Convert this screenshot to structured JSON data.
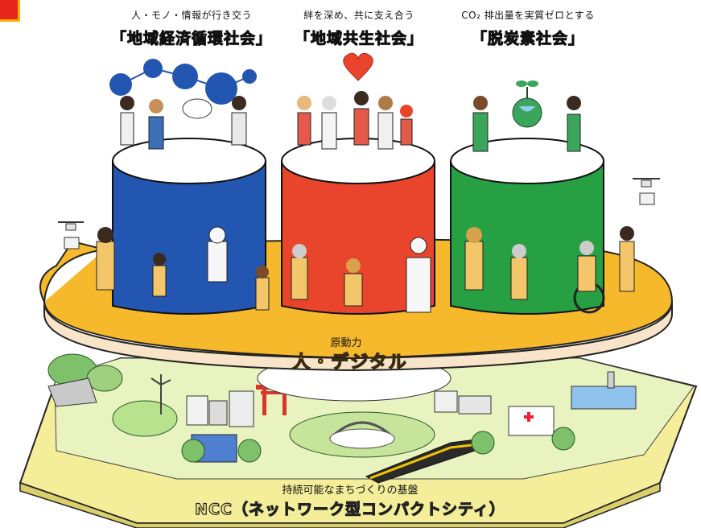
{
  "columns": [
    {
      "subtitle": "人・モノ・情報が行き交う",
      "title": "「地域経済循環社会」",
      "color": "#2356b0"
    },
    {
      "subtitle": "絆を深め、共に支え合う",
      "title": "「地域共生社会」",
      "color": "#e8452c"
    },
    {
      "subtitle": "CO₂ 排出量を実質ゼロとする",
      "title": "「脱炭素社会」",
      "color": "#27a043"
    }
  ],
  "platform": {
    "caption": "原動力",
    "title": "人・デジタル",
    "color": "#f6b92c"
  },
  "foundation": {
    "caption": "持続可能なまちづくりの基盤",
    "title": "NCC（ネットワーク型コンパクトシティ）",
    "color": "#fbf6b3"
  },
  "icons": [
    "heart-icon",
    "globe-sprout-icon",
    "drone-icon",
    "torii-gate-icon",
    "wind-turbine-icon",
    "robot-icon",
    "hospital-icon",
    "factory-icon",
    "train-icon"
  ]
}
